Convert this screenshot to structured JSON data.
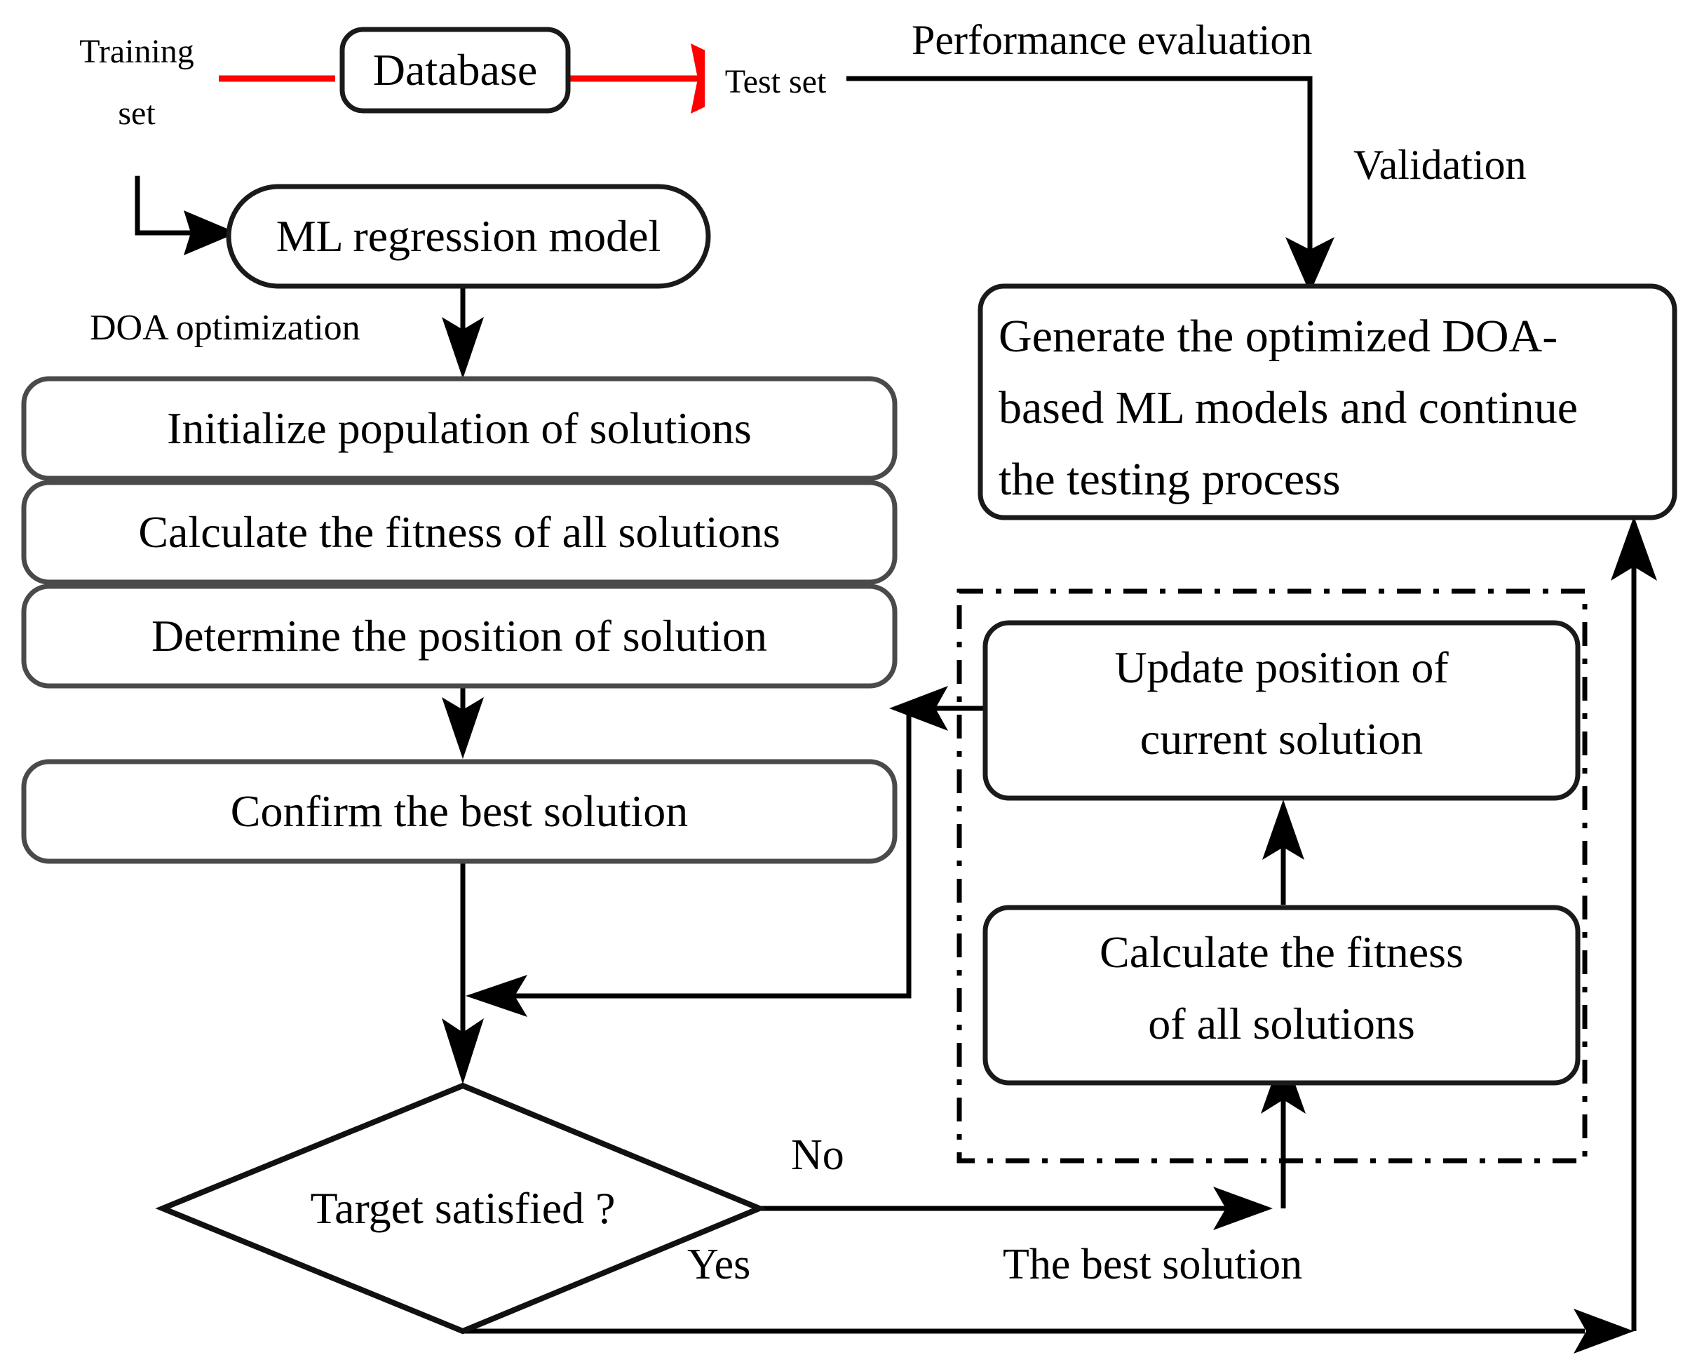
{
  "diagram": {
    "title": "DOA-based ML regression optimization flowchart",
    "colors": {
      "line": "#000000",
      "accent_red": "#fe0000",
      "box_stroke": "#1a1a1a",
      "background": "#ffffff"
    },
    "nodes": {
      "database": {
        "label": "Database",
        "shape": "rounded-rect"
      },
      "training_set": {
        "label_line1": "Training",
        "label_line2": "set",
        "shape": "cylinder"
      },
      "test_set": {
        "label": "Test set",
        "shape": "cylinder"
      },
      "ml_model": {
        "label": "ML regression model",
        "shape": "stadium"
      },
      "initialize": {
        "label": "Initialize population of solutions",
        "shape": "rounded-rect"
      },
      "calc_fitness": {
        "label": "Calculate the fitness of all solutions",
        "shape": "rounded-rect"
      },
      "determine": {
        "label": "Determine the position of solution",
        "shape": "rounded-rect"
      },
      "confirm": {
        "label": "Confirm the best solution",
        "shape": "rounded-rect"
      },
      "decision": {
        "label": "Target satisfied ?",
        "shape": "diamond"
      },
      "generate": {
        "label_line1": "Generate the optimized DOA-",
        "label_line2": "based ML models and continue",
        "label_line3": "the testing process",
        "shape": "rounded-rect"
      },
      "update_position": {
        "label_line1": "Update position of",
        "label_line2": "current solution",
        "shape": "rounded-rect"
      },
      "calc_fitness2": {
        "label_line1": "Calculate the fitness",
        "label_line2": "of all solutions",
        "shape": "rounded-rect"
      }
    },
    "edge_labels": {
      "performance_evaluation": "Performance evaluation",
      "validation": "Validation",
      "doa_optimization": "DOA optimization",
      "no": "No",
      "yes": "Yes",
      "best_solution": "The best solution"
    }
  }
}
